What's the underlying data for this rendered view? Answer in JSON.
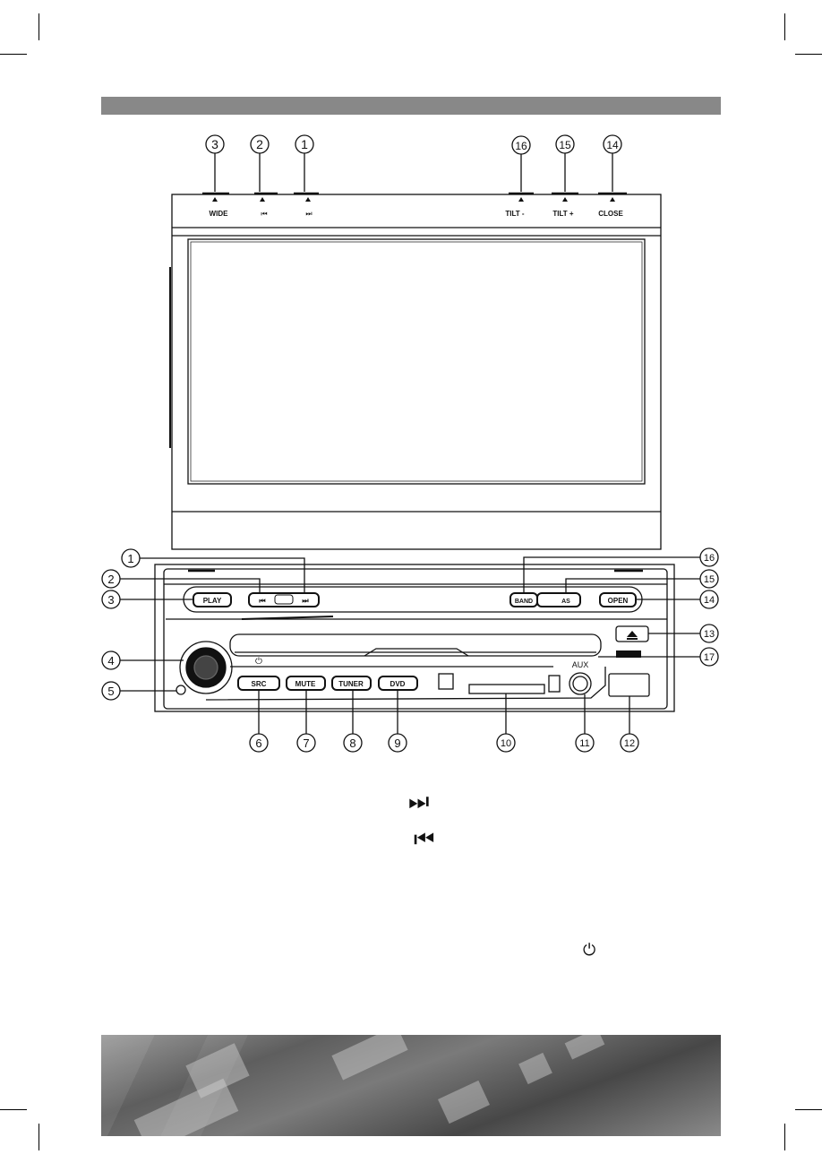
{
  "top_buttons": [
    {
      "num": "3",
      "label": "WIDE"
    },
    {
      "num": "2",
      "label": "⏮"
    },
    {
      "num": "1",
      "label": "⏭"
    },
    {
      "num": "16",
      "label": "TILT -"
    },
    {
      "num": "15",
      "label": "TILT +"
    },
    {
      "num": "14",
      "label": "CLOSE"
    }
  ],
  "front_buttons": {
    "play": "PLAY",
    "band": "BAND",
    "as": "AS",
    "open": "OPEN",
    "src": "SRC",
    "mute": "MUTE",
    "tuner": "TUNER",
    "dvd": "DVD",
    "aux": "AUX"
  },
  "callouts": [
    "1",
    "2",
    "3",
    "4",
    "5",
    "6",
    "7",
    "8",
    "9",
    "10",
    "11",
    "12",
    "13",
    "14",
    "15",
    "16",
    "17"
  ],
  "glyphs": {
    "next": "⏭",
    "prev": "⏮",
    "power": "⏻"
  },
  "colors": {
    "header_bar": "#888888",
    "line": "#111111"
  }
}
